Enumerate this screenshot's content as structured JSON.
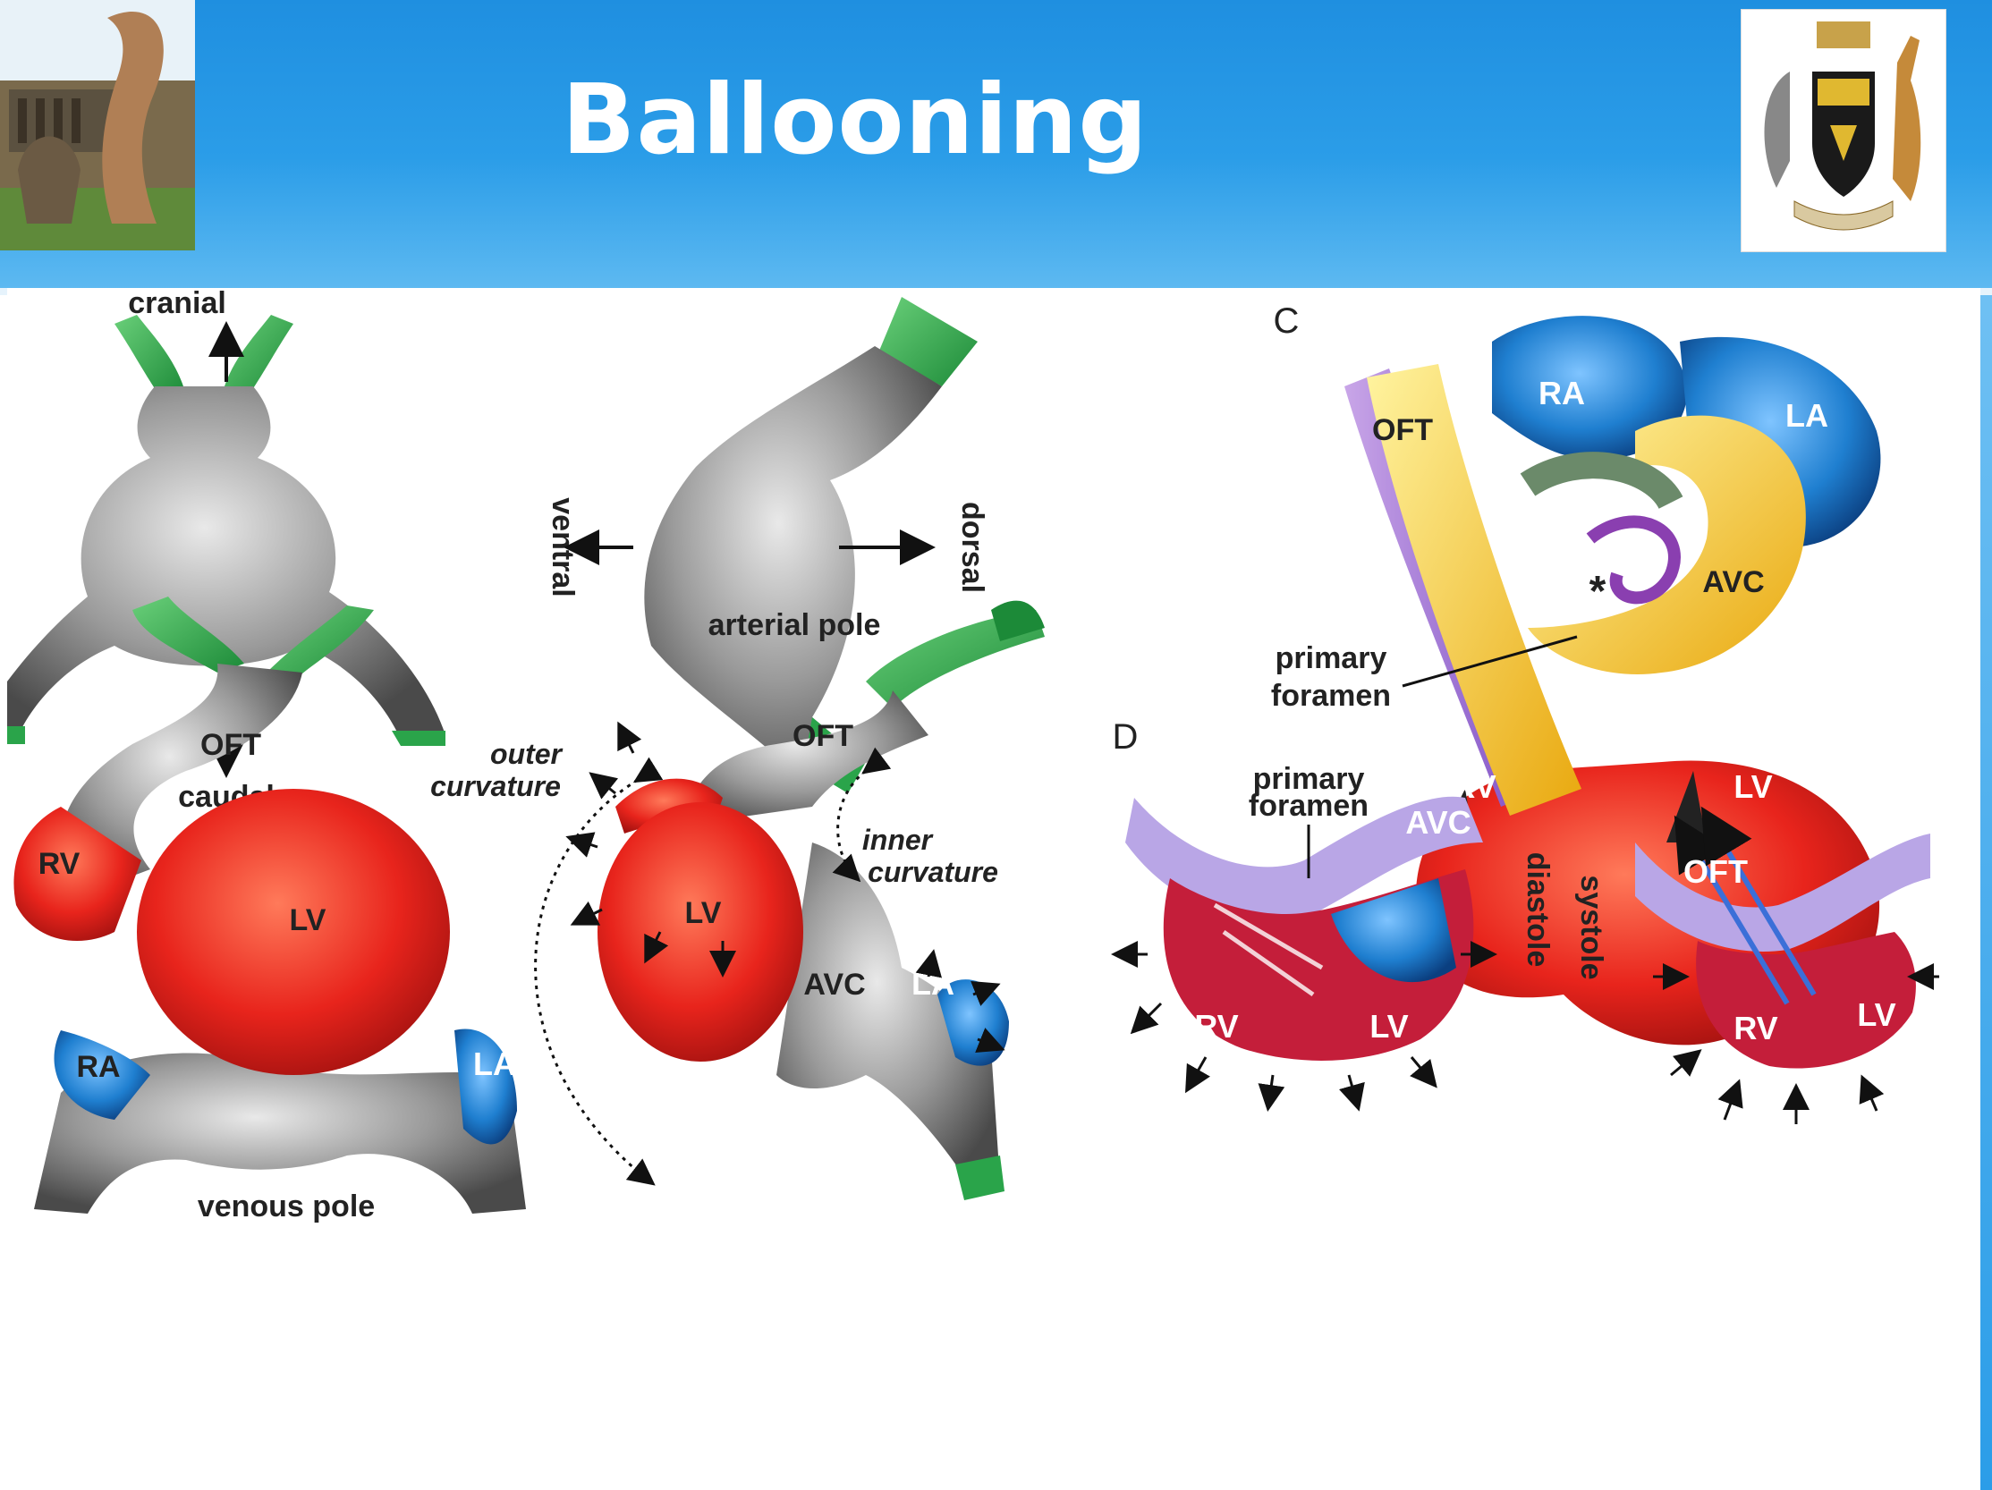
{
  "slide": {
    "title": "Ballooning"
  },
  "colors": {
    "header_blue": "#2b9de8",
    "tube_gray": "#8a8a8a",
    "pole_green": "#2aa44a",
    "ventricle_red": "#e8241c",
    "atrium_blue": "#1f7fd0",
    "cushion_yellow": "#f2c21a",
    "cushion_purple": "#8a3fb0"
  },
  "icons": {
    "left_logo": "campus-sculpture-photo",
    "right_logo": "university-coat-of-arms"
  },
  "panel_a": {
    "cranial": "cranial",
    "caudal": "caudal",
    "ventral": "ventral",
    "dorsal": "dorsal"
  },
  "panel_b_left": {
    "oft": "OFT",
    "rv": "RV",
    "lv": "LV",
    "ra": "RA",
    "la": "LA",
    "venous_pole": "venous pole"
  },
  "panel_b_right": {
    "arterial_pole": "arterial pole",
    "outer_curvature_1": "outer",
    "outer_curvature_2": "curvature",
    "oft": "OFT",
    "inner_curvature_1": "inner",
    "inner_curvature_2": "curvature",
    "lv": "LV",
    "avc": "AVC",
    "la": "LA"
  },
  "panel_c": {
    "letter": "C",
    "oft": "OFT",
    "ra": "RA",
    "la": "LA",
    "asterisk": "*",
    "avc": "AVC",
    "primary_foramen_1": "primary",
    "primary_foramen_2": "foramen",
    "rv": "RV",
    "lv": "LV"
  },
  "panel_d": {
    "letter": "D",
    "primary_foramen_1": "primary",
    "primary_foramen_2": "foramen",
    "avc": "AVC",
    "rv_left": "RV",
    "lv_left": "LV",
    "diastole": "diastole",
    "systole": "systole",
    "oft": "OFT",
    "rv_right": "RV",
    "lv_right": "LV"
  }
}
